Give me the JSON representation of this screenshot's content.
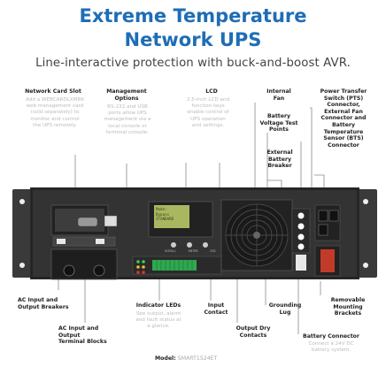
{
  "header": {
    "title_line1": "Extreme Temperature",
    "title_line2": "Network UPS",
    "subtitle": "Line-interactive protection with buck-and-boost AVR."
  },
  "callouts_top": [
    {
      "label": "Network Card Slot",
      "desc": "Add a WEBCARDLXMINI\nweb management card\n(sold separately) to\nmonitor and control\nthe UPS remotely."
    },
    {
      "label": "Management\nOptions",
      "desc": "RS-232 and USB\nports allow UPS\nmanagement via a\nlocal console or\nterminal console."
    },
    {
      "label": "LCD",
      "desc": "2.5-inch LCD and\nfunction keys\nenable control of\nUPS operation\nand settings."
    },
    {
      "label": "Internal\nFan",
      "desc": ""
    },
    {
      "label": "Battery\nVoltage Test\nPoints",
      "desc": ""
    },
    {
      "label": "External\nBattery\nBreaker",
      "desc": ""
    },
    {
      "label": "Power Transfer\nSwitch (PTS)\nConnector,\nExternal Fan\nConnector and\nBattery\nTemperature\nSensor (BTS)\nConnector",
      "desc": ""
    }
  ],
  "callouts_bottom": [
    {
      "label": "AC Input and\nOutput Breakers",
      "desc": ""
    },
    {
      "label": "AC Input and\nOutput\nTerminal Blocks",
      "desc": ""
    },
    {
      "label": "Indicator LEDs",
      "desc": "See output, alarm\nand fault status at\na glance."
    },
    {
      "label": "Input\nContact",
      "desc": ""
    },
    {
      "label": "Output Dry\nContacts",
      "desc": ""
    },
    {
      "label": "Grounding\nLug",
      "desc": ""
    },
    {
      "label": "Removable\nMounting\nBrackets",
      "desc": ""
    },
    {
      "label": "Battery Connector",
      "desc": "Connect a 24V DC\nbattery system."
    }
  ],
  "lcd_screen": {
    "line1": "Mode:",
    "line2": "Bypass",
    "line3": "STANDARD"
  },
  "buttons": {
    "b1": "SCROLL",
    "b2": "ENTER",
    "b3": "ESC"
  },
  "model": {
    "label": "Model:",
    "value": "SMART1524ET"
  },
  "colors": {
    "accent": "#1f6db5",
    "panel": "#2b2b2b",
    "callout_line": "#7a7a7a",
    "lcd": "#a9b860",
    "terminal": "#2fa84f"
  }
}
